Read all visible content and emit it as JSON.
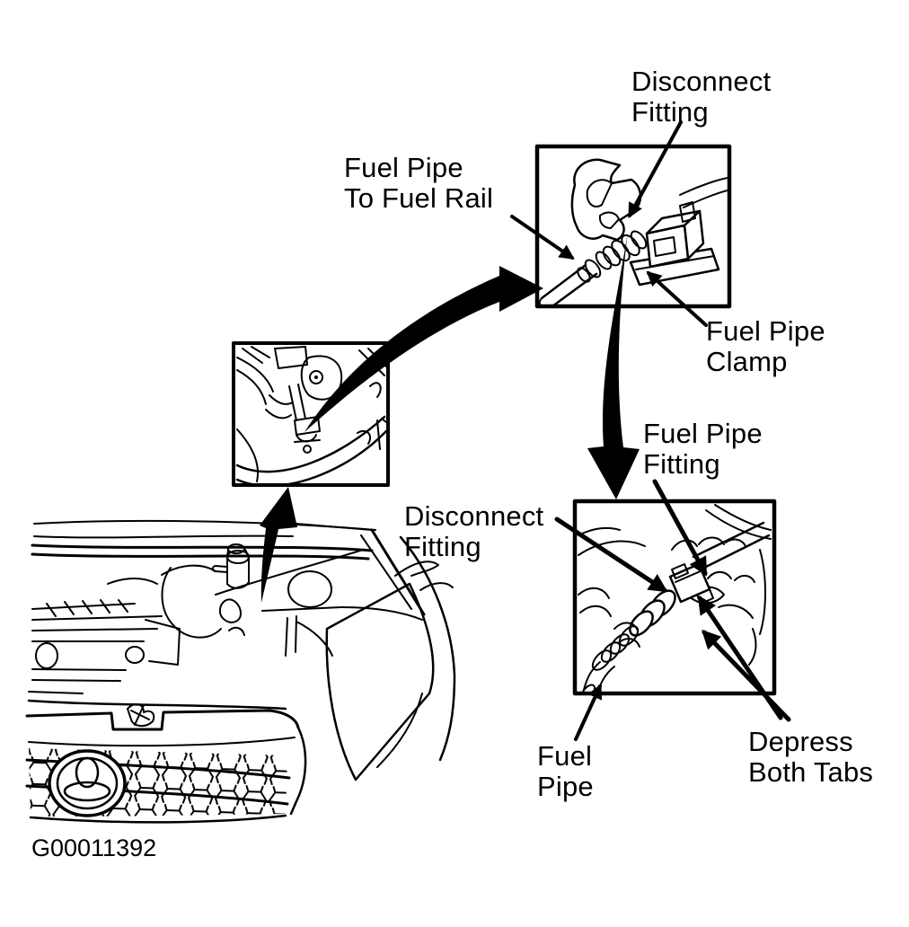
{
  "figure": {
    "id": "G00011392",
    "background": "#ffffff",
    "ink": "#000000"
  },
  "labels": {
    "disconnect_fitting_top": {
      "line1": "Disconnect",
      "line2": "Fitting"
    },
    "fuel_pipe_to_fuel_rail": {
      "line1": "Fuel Pipe",
      "line2": "To Fuel Rail"
    },
    "fuel_pipe_clamp": {
      "line1": "Fuel Pipe",
      "line2": "Clamp"
    },
    "fuel_pipe_fitting": {
      "line1": "Fuel Pipe",
      "line2": "Fitting"
    },
    "disconnect_fitting_bottom": {
      "line1": "Disconnect",
      "line2": "Fitting"
    },
    "fuel_pipe": {
      "line1": "Fuel",
      "line2": "Pipe"
    },
    "depress_both_tabs": {
      "line1": "Depress",
      "line2": "Both Tabs"
    }
  }
}
